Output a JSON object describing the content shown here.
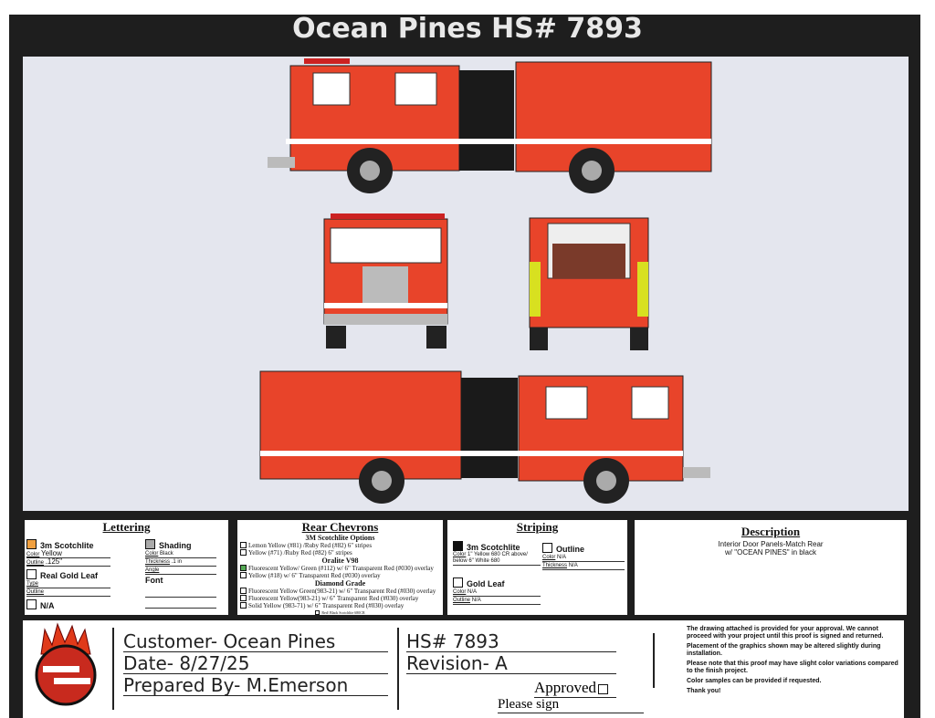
{
  "title": "Ocean Pines HS# 7893",
  "lettering": {
    "heading": "Lettering",
    "scotchlite": {
      "label": "3m Scotchlite",
      "color_label": "Color",
      "color": "Yellow",
      "outline_label": "Outline",
      "outline": ".125\""
    },
    "gold_leaf": {
      "label": "Real Gold Leaf",
      "type_label": "Type",
      "outline_label": "Outline"
    },
    "na": "N/A",
    "shading": {
      "label": "Shading",
      "color_label": "Color",
      "color": "Black",
      "thickness_label": "Thickness",
      "thickness": ".1 in",
      "angle_label": "Angle"
    },
    "font_label": "Font",
    "swatch_color": "#f0a040"
  },
  "chevrons": {
    "heading": "Rear Chevrons",
    "groups": [
      {
        "title": "3M Scotchlite Options",
        "items": [
          {
            "text": "Lemon Yellow (#81) /Ruby Red (#82) 6\" stripes",
            "checked": false
          },
          {
            "text": "Yellow (#71) /Ruby Red (#82) 6\" stripes",
            "checked": false
          }
        ]
      },
      {
        "title": "Oralite V98",
        "items": [
          {
            "text": "Fluorescent Yellow/ Green (#112) w/ 6\" Transparent Red (#030) overlay",
            "checked": true
          },
          {
            "text": "Yellow (#18) w/ 6\" Transparent Red (#030) overlay",
            "checked": false
          }
        ]
      },
      {
        "title": "Diamond Grade",
        "items": [
          {
            "text": "Fluorescent Yellow Green(983-21) w/ 6\" Transparent Red (#030) overlay",
            "checked": false
          },
          {
            "text": "Fluorescent Yellow(983-21) w/ 6\" Transparent Red (#030) overlay",
            "checked": false
          },
          {
            "text": "Solid Yellow (983-71) w/ 6\" Transparent Red (#030) overlay",
            "checked": false
          }
        ]
      }
    ],
    "footer": "Red/ Black Scotchlite 680CR"
  },
  "striping": {
    "heading": "Striping",
    "scotchlite": {
      "label": "3m Scotchlite",
      "color_label": "Color",
      "color": "1\" Yellow 680 CR above/ below 6\" White 680"
    },
    "outline": {
      "label": "Outline",
      "color_label": "Color",
      "color": "N/A",
      "thickness_label": "Thickness",
      "thickness": "N/A"
    },
    "gold_leaf": {
      "label": "Gold Leaf",
      "color_label": "Color",
      "color": "N/A",
      "outline_label": "Outline",
      "outline": "N/A"
    }
  },
  "description": {
    "heading": "Description",
    "line1": "Interior Door Panels-Match Rear",
    "line2": "w/ \"OCEAN PINES\" in black"
  },
  "footer": {
    "customer": "Customer- Ocean Pines",
    "date": "Date- 8/27/25",
    "prepared": "Prepared By- M.Emerson",
    "hs": "HS# 7893",
    "revision": "Revision- A",
    "approved": "Approved",
    "please_sign": "Please sign",
    "disclaimer": [
      "The drawing attached is provided for your approval. We cannot proceed with your project until this proof is signed and returned.",
      "Placement of the graphics shown may be altered slightly during installation.",
      "Please note that this proof may have slight color variations compared to the finish project.",
      "Color samples can be provided if requested.",
      "Thank you!"
    ]
  }
}
